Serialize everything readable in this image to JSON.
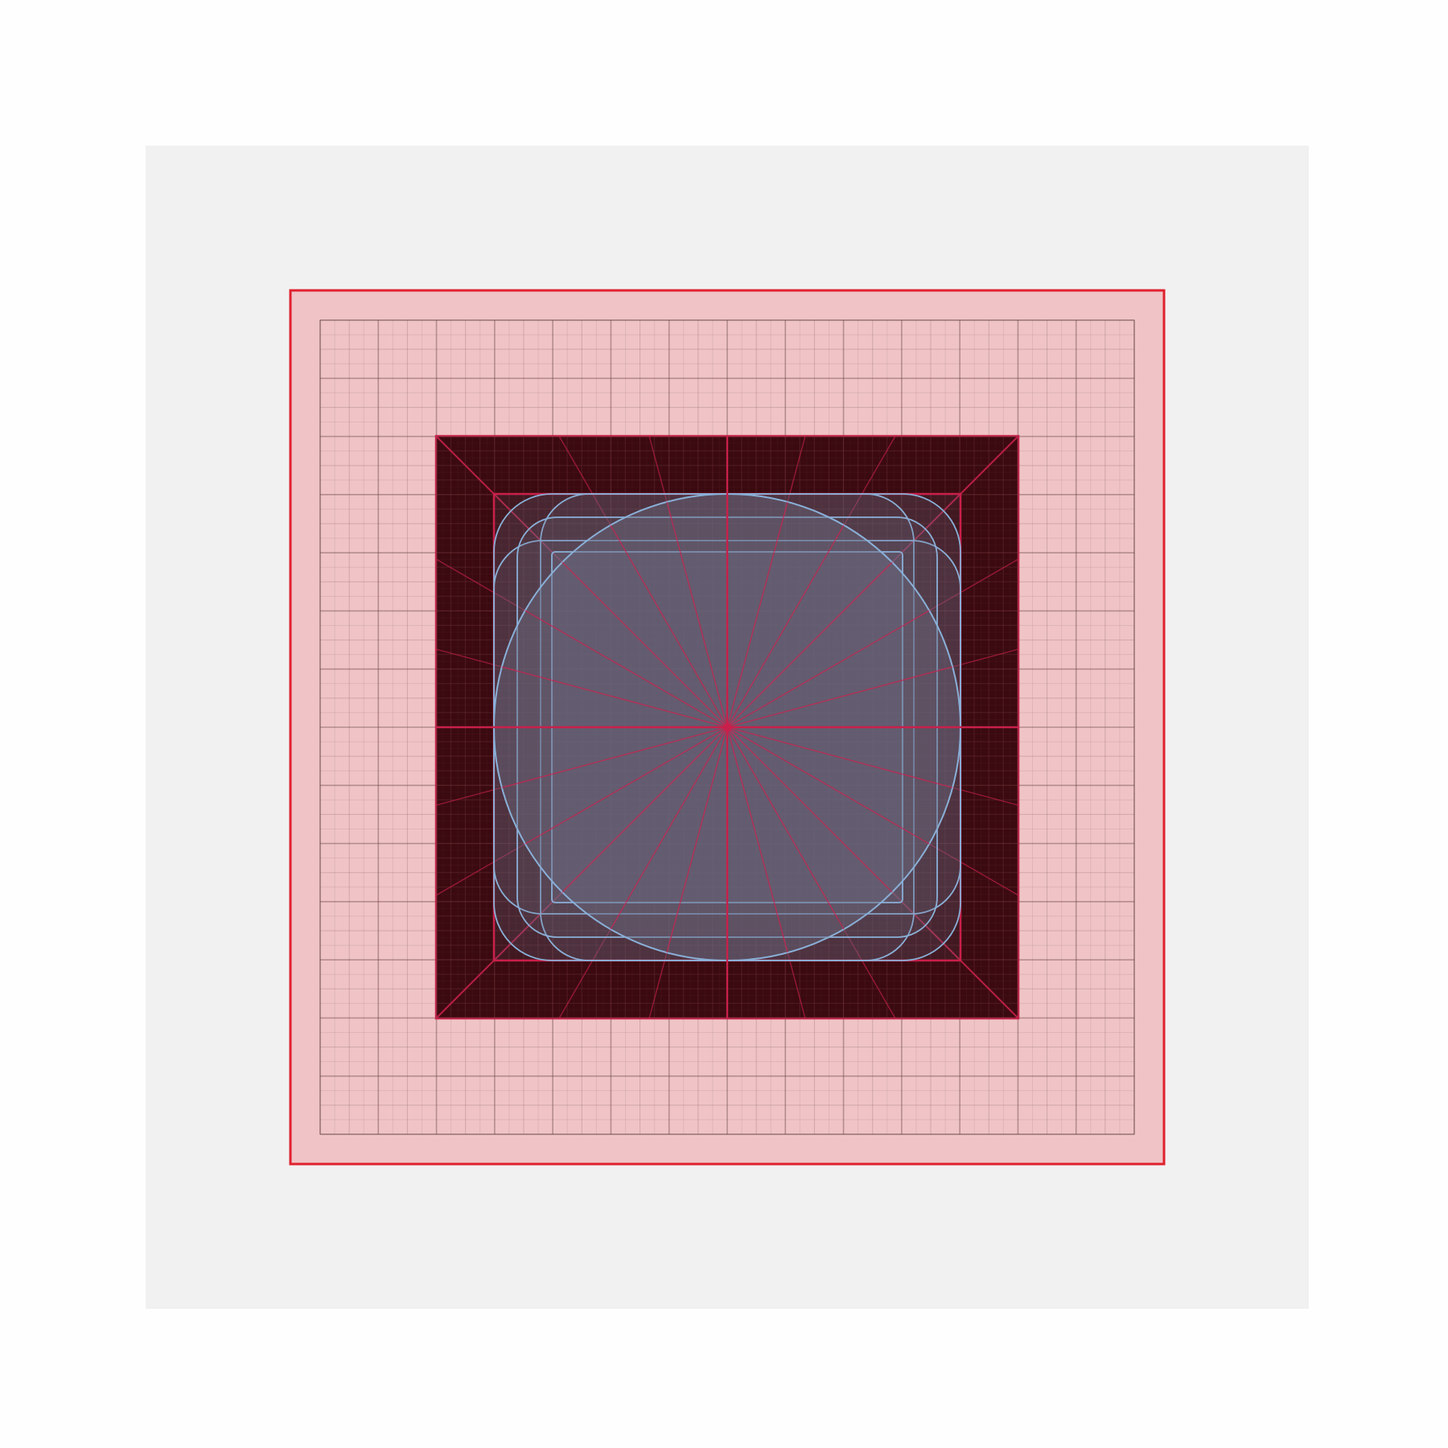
{
  "figure": {
    "name": "icon-keyline-grid",
    "description_visible_text": []
  },
  "colors": {
    "page_background": "#fefefe",
    "artboard_background": "#f1f1f1",
    "safe_area_fill": "#f0c4c6",
    "safe_area_border": "#e0202e",
    "grid_line": "#7a5a5c",
    "grid_line_major": "#6b4a4c",
    "live_area_fill": "#3a0a10",
    "live_area_grid": "#7a3a40",
    "keyline_accent": "#c8204a",
    "keyline_shape_stroke": "#8ab0d8",
    "keyline_shape_fill": "#6a6a80"
  },
  "grid": {
    "columns": 28,
    "major_every": 2,
    "radial_lines": 24
  },
  "keylines": {
    "shapes": [
      "circle",
      "square",
      "portrait-rectangle",
      "landscape-rectangle",
      "rounded-square"
    ]
  }
}
